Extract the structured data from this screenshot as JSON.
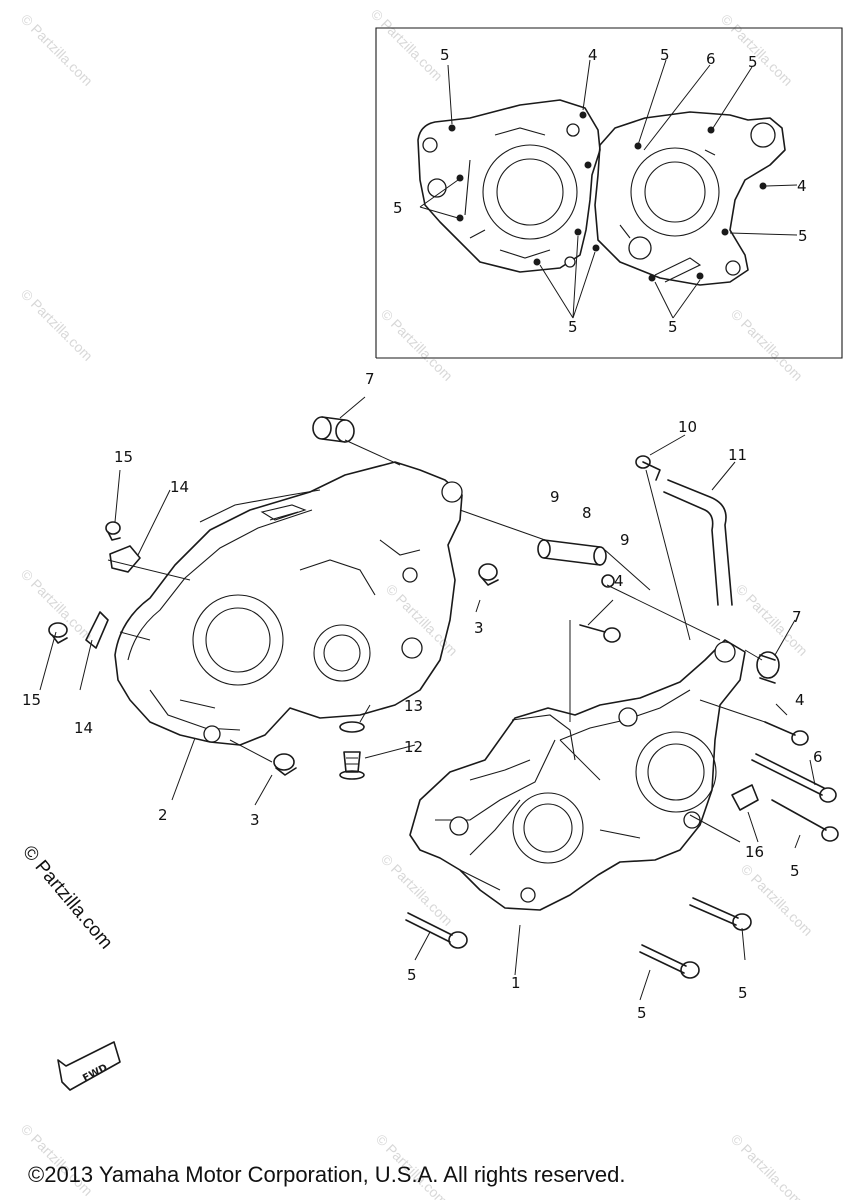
{
  "watermark": {
    "text": "© Partzilla.com",
    "side_text": "© Partzilla.com"
  },
  "callouts": [
    {
      "id": "c5a",
      "text": "5"
    },
    {
      "id": "c4a",
      "text": "4"
    },
    {
      "id": "c5b",
      "text": "5"
    },
    {
      "id": "c6a",
      "text": "6"
    },
    {
      "id": "c5c",
      "text": "5"
    },
    {
      "id": "c4b",
      "text": "4"
    },
    {
      "id": "c5d",
      "text": "5"
    },
    {
      "id": "c5e",
      "text": "5"
    },
    {
      "id": "c5f",
      "text": "5"
    },
    {
      "id": "c5g",
      "text": "5"
    },
    {
      "id": "c7a",
      "text": "7"
    },
    {
      "id": "c15a",
      "text": "15"
    },
    {
      "id": "c14a",
      "text": "14"
    },
    {
      "id": "c10",
      "text": "10"
    },
    {
      "id": "c11",
      "text": "11"
    },
    {
      "id": "c9a",
      "text": "9"
    },
    {
      "id": "c8",
      "text": "8"
    },
    {
      "id": "c9b",
      "text": "9"
    },
    {
      "id": "c3a",
      "text": "3"
    },
    {
      "id": "c4c",
      "text": "4"
    },
    {
      "id": "c7b",
      "text": "7"
    },
    {
      "id": "c15b",
      "text": "15"
    },
    {
      "id": "c14b",
      "text": "14"
    },
    {
      "id": "c4d",
      "text": "4"
    },
    {
      "id": "c13",
      "text": "13"
    },
    {
      "id": "c12",
      "text": "12"
    },
    {
      "id": "c6b",
      "text": "6"
    },
    {
      "id": "c2",
      "text": "2"
    },
    {
      "id": "c3b",
      "text": "3"
    },
    {
      "id": "c16",
      "text": "16"
    },
    {
      "id": "c5h",
      "text": "5"
    },
    {
      "id": "c5i",
      "text": "5"
    },
    {
      "id": "c1",
      "text": "1"
    },
    {
      "id": "c5j",
      "text": "5"
    },
    {
      "id": "c5k",
      "text": "5"
    }
  ],
  "fwd_label": "FWD",
  "copyright": "©2013  Yamaha Motor Corporation, U.S.A. All rights reserved."
}
